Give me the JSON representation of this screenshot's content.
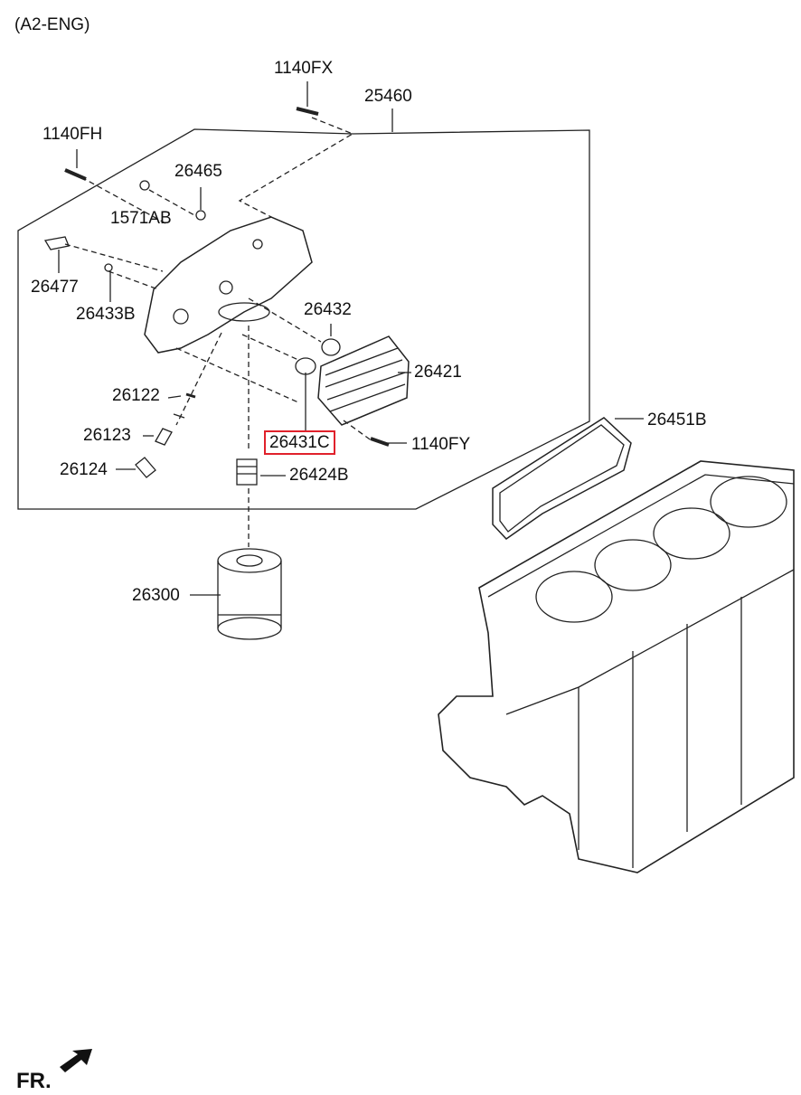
{
  "header": {
    "variant": "(A2-ENG)"
  },
  "parts": {
    "bolt_top": "1140FX",
    "assembly": "25460",
    "bolt_left": "1140FH",
    "oring_small": "26465",
    "plug": "1571AB",
    "fitting": "26477",
    "gasket_small": "26433B",
    "oring_cooler_upper": "26432",
    "oil_cooler": "26421",
    "relief_pin": "26122",
    "relief_spring": "26123",
    "relief_plug": "26124",
    "oring_cooler_lower": "26431C",
    "bolt_cooler": "1140FY",
    "housing_gasket": "26451B",
    "filter_nipple": "26424B",
    "oil_filter": "26300"
  },
  "highlight": {
    "part": "26431C",
    "color": "#e0212b"
  },
  "footer": {
    "direction": "FR."
  }
}
